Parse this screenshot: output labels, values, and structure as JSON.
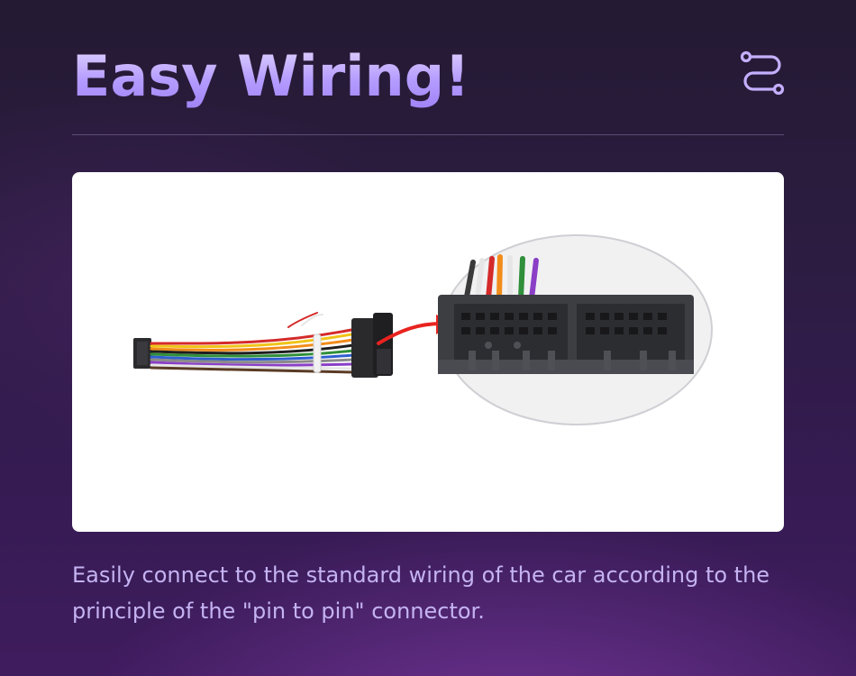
{
  "header": {
    "title": "Easy Wiring!",
    "icon": "route-icon"
  },
  "figure": {
    "subject": "wiring-harness-connector-photo"
  },
  "caption": {
    "text": "Easily connect to the standard wiring of the car according to the principle of the \"pin to pin\" connector."
  },
  "colors": {
    "accent": "#b49bff",
    "caption": "#c5b3f2",
    "background_top": "#241a33",
    "background_bottom": "#3f1c5e",
    "arrow": "#e8231f"
  }
}
